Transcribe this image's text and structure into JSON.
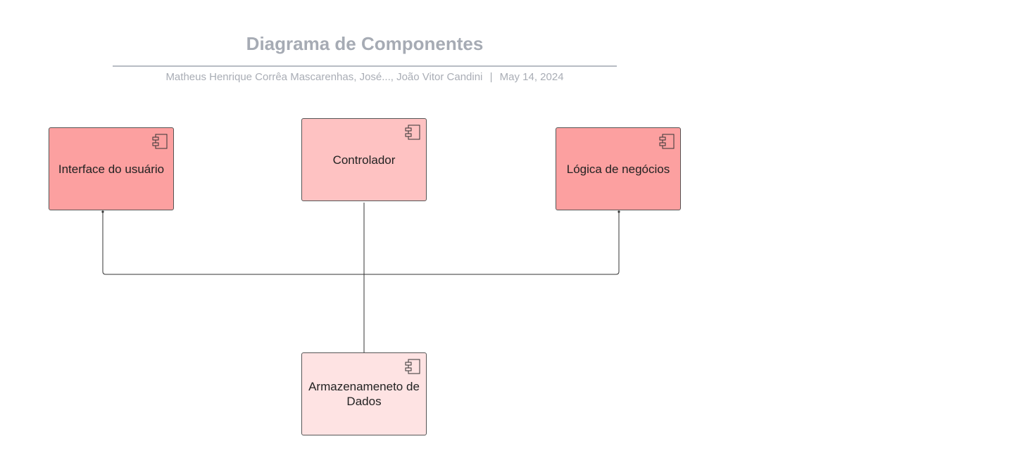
{
  "header": {
    "title": "Diagrama de Componentes",
    "authors": "Matheus Henrique Corrêa Mascarenhas, José..., João Vitor Candini",
    "separator": "|",
    "date": "May 14, 2024"
  },
  "components": [
    {
      "id": "interface",
      "label": "Interface do usuário",
      "color": "#fca0a0",
      "icon": "uml-component-icon"
    },
    {
      "id": "controlador",
      "label": "Controlador",
      "color": "#fec2c2",
      "icon": "uml-component-icon"
    },
    {
      "id": "logica",
      "label": "Lógica de negócios",
      "color": "#fca0a0",
      "icon": "uml-component-icon"
    },
    {
      "id": "armazenamento",
      "label": "Armazenameneto de Dados",
      "color": "#fee3e3",
      "icon": "uml-component-icon"
    }
  ],
  "connections": [
    {
      "from": "interface",
      "to": "armazenamento"
    },
    {
      "from": "controlador",
      "to": "armazenamento"
    },
    {
      "from": "logica",
      "to": "armazenamento"
    }
  ]
}
